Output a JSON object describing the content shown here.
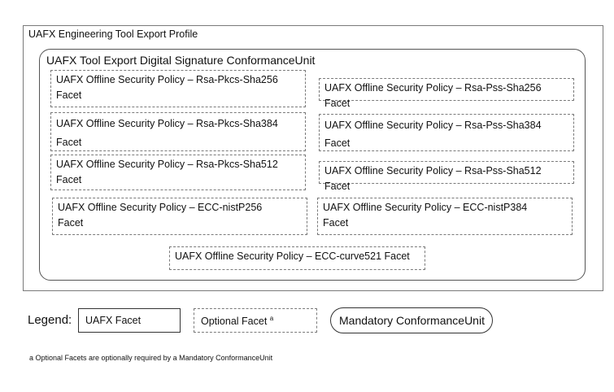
{
  "profile": {
    "title": "UAFX Engineering Tool Export Profile"
  },
  "conformance_unit": {
    "title": "UAFX Tool Export Digital Signature ConformanceUnit"
  },
  "facets": [
    {
      "line1": "UAFX Offline Security Policy – Rsa-Pkcs-Sha256",
      "line2": "Facet"
    },
    {
      "line1": "UAFX Offline Security Policy – Rsa-Pss-Sha256 Facet",
      "line2": ""
    },
    {
      "line1": "UAFX Offline Security Policy – Rsa-Pkcs-Sha384",
      "line2": "Facet"
    },
    {
      "line1": "UAFX Offline Security Policy – Rsa-Pss-Sha384",
      "line2": "Facet"
    },
    {
      "line1": "UAFX Offline Security Policy – Rsa-Pkcs-Sha512",
      "line2": "Facet"
    },
    {
      "line1": "UAFX Offline Security Policy – Rsa-Pss-Sha512 Facet",
      "line2": ""
    },
    {
      "line1": "UAFX Offline Security Policy – ECC-nistP256",
      "line2": "Facet"
    },
    {
      "line1": "UAFX Offline Security Policy – ECC-nistP384",
      "line2": "Facet"
    },
    {
      "line1": "UAFX Offline Security Policy – ECC-curve521 Facet",
      "line2": ""
    }
  ],
  "legend": {
    "label": "Legend:",
    "facet": "UAFX Facet",
    "optional_facet": "Optional Facet",
    "optional_marker": "a",
    "mandatory_cu": "Mandatory ConformanceUnit"
  },
  "footnote": "a Optional Facets are optionally required by a Mandatory ConformanceUnit"
}
